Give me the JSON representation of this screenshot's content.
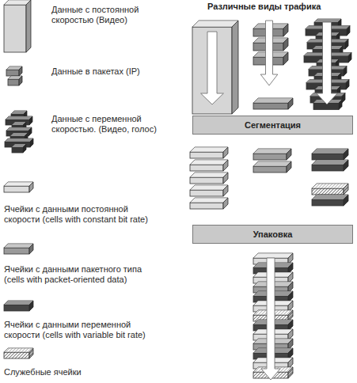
{
  "diagram": {
    "title": "Различные виды трафика",
    "nodes": [
      {
        "text": [
          "Сегментация"
        ]
      },
      {
        "text": [
          "Упаковка"
        ]
      }
    ],
    "legend": [
      {
        "text": "Данные с постоянной скоростью (Видео)",
        "color": "#d6d6d6"
      },
      {
        "text": "Данные в пакетах (IP)",
        "color": "#8a8a8a"
      },
      {
        "text": "Данные с переменной скоростью. (Видео, голос)",
        "color": "#383838"
      },
      {
        "text": "Ячейки с данными постоянной скорости (cells with constant bit rate)",
        "color": "#dcdcdc"
      },
      {
        "text": "Ячейки с данными пакетного типа (cells with packet-oriented data)",
        "color": "#9a9a9a"
      },
      {
        "text": "Ячейки с данными переменной скорости (cells with variable bit rate)",
        "color": "#454545"
      },
      {
        "text": "Служебные ячейки"
      }
    ]
  }
}
